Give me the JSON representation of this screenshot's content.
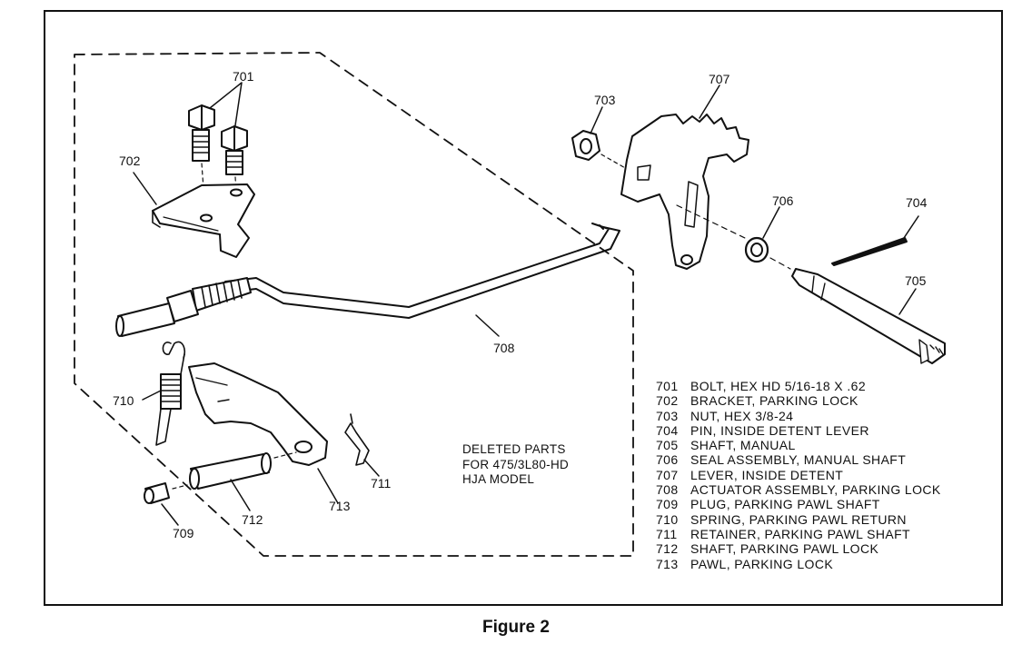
{
  "callouts": {
    "701": "701",
    "702": "702",
    "703": "703",
    "704": "704",
    "705": "705",
    "706": "706",
    "707": "707",
    "708": "708",
    "709": "709",
    "710": "710",
    "711": "711",
    "712": "712",
    "713": "713"
  },
  "deleted_note": [
    "DELETED PARTS",
    "FOR 475/3L80-HD",
    "HJA MODEL"
  ],
  "legend": [
    {
      "num": "701",
      "desc": "BOLT, HEX HD 5/16-18 X .62"
    },
    {
      "num": "702",
      "desc": "BRACKET, PARKING LOCK"
    },
    {
      "num": "703",
      "desc": "NUT, HEX 3/8-24"
    },
    {
      "num": "704",
      "desc": "PIN, INSIDE DETENT LEVER"
    },
    {
      "num": "705",
      "desc": "SHAFT, MANUAL"
    },
    {
      "num": "706",
      "desc": "SEAL ASSEMBLY, MANUAL SHAFT"
    },
    {
      "num": "707",
      "desc": "LEVER, INSIDE DETENT"
    },
    {
      "num": "708",
      "desc": "ACTUATOR ASSEMBLY, PARKING LOCK"
    },
    {
      "num": "709",
      "desc": "PLUG, PARKING PAWL SHAFT"
    },
    {
      "num": "710",
      "desc": "SPRING, PARKING PAWL RETURN"
    },
    {
      "num": "711",
      "desc": "RETAINER, PARKING PAWL SHAFT"
    },
    {
      "num": "712",
      "desc": "SHAFT, PARKING PAWL LOCK"
    },
    {
      "num": "713",
      "desc": "PAWL, PARKING LOCK"
    }
  ],
  "caption": "Figure 2"
}
